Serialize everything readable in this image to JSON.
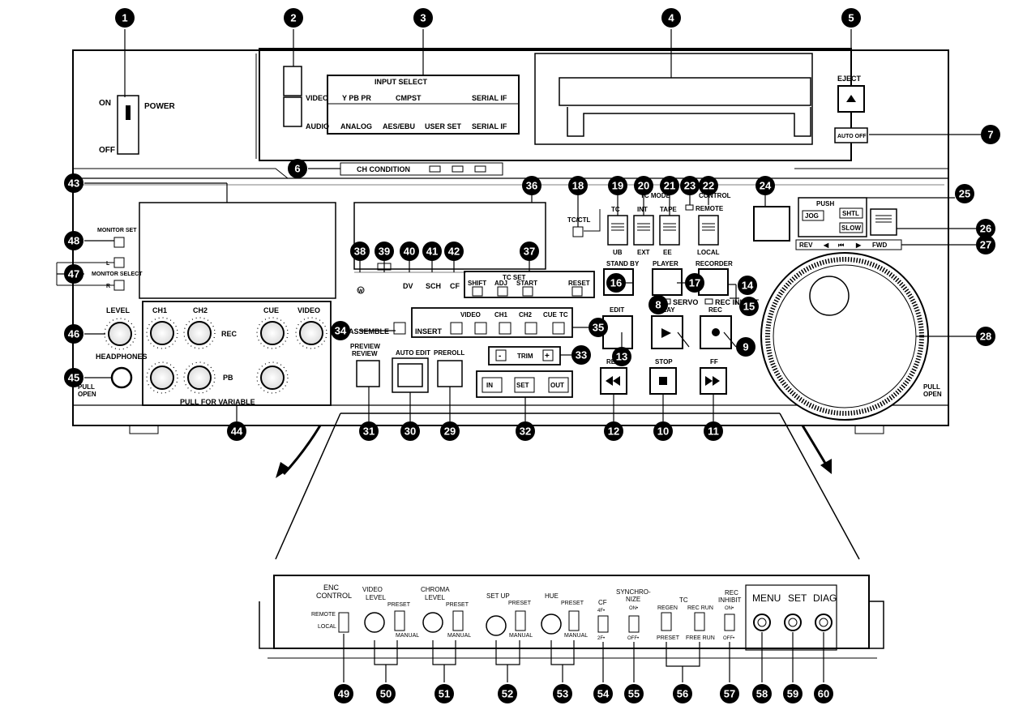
{
  "callouts": [
    "1",
    "2",
    "3",
    "4",
    "5",
    "6",
    "7",
    "8",
    "9",
    "10",
    "11",
    "12",
    "13",
    "14",
    "15",
    "16",
    "17",
    "18",
    "19",
    "20",
    "21",
    "22",
    "23",
    "24",
    "25",
    "26",
    "27",
    "28",
    "29",
    "30",
    "31",
    "32",
    "33",
    "34",
    "35",
    "36",
    "37",
    "38",
    "39",
    "40",
    "41",
    "42",
    "43",
    "44",
    "45",
    "46",
    "47",
    "48",
    "49",
    "50",
    "51",
    "52",
    "53",
    "54",
    "55",
    "56",
    "57",
    "58",
    "59",
    "60"
  ],
  "power": {
    "label": "POWER",
    "on": "ON",
    "off": "OFF"
  },
  "input_select": {
    "title": "INPUT SELECT",
    "video_label": "VIDEO",
    "audio_label": "AUDIO",
    "video_options": [
      "Y PB PR",
      "CMPST",
      "SERIAL IF"
    ],
    "audio_options": [
      "ANALOG",
      "AES/EBU",
      "USER SET",
      "SERIAL IF"
    ]
  },
  "eject": "EJECT",
  "auto_off": "AUTO OFF",
  "ch_condition": "CH CONDITION",
  "tc_ctl": "TC/CTL",
  "tc_mode": {
    "title": "TC MODE",
    "tc": "TC",
    "ub": "UB",
    "int": "INT",
    "ext": "EXT",
    "tape": "TAPE",
    "ee": "EE"
  },
  "control": {
    "title": "CONTROL",
    "remote": "REMOTE",
    "local": "LOCAL"
  },
  "push": {
    "title": "PUSH",
    "jog": "JOG",
    "shtl": "SHTL",
    "slow": "SLOW"
  },
  "jog_scale": [
    "REV",
    "◀",
    "⏮",
    "▶",
    "FWD"
  ],
  "monitor": {
    "set": "MONITOR SET",
    "select": "MONITOR SELECT",
    "l": "L",
    "r": "R"
  },
  "indicators": {
    "w": "W",
    "dv": "DV",
    "sch": "SCH",
    "cf": "CF"
  },
  "tc_set": {
    "title": "TC SET",
    "shift": "SHIFT",
    "adj": "ADJ",
    "start": "START",
    "reset": "RESET"
  },
  "standby": "STAND BY",
  "player": "PLAYER",
  "recorder": "RECORDER",
  "servo": "SERVO",
  "rec_inhibit": "REC INHIBIT",
  "assemble": "ASSEMBLE",
  "insert": {
    "label": "INSERT",
    "items": [
      "VIDEO",
      "CH1",
      "CH2",
      "CUE",
      "TC"
    ]
  },
  "edit": "EDIT",
  "play": "PLAY",
  "rec": "REC",
  "rew": "REW",
  "stop": "STOP",
  "ff": "FF",
  "audio_knobs": {
    "level": "LEVEL",
    "headphones": "HEADPHONES",
    "ch1": "CH1",
    "ch2": "CH2",
    "cue": "CUE",
    "video": "VIDEO",
    "rec": "REC",
    "pb": "PB",
    "pull_variable": "PULL FOR VARIABLE"
  },
  "pull_open": "PULL OPEN",
  "pull": "PULL",
  "open": "OPEN",
  "preview_review": "PREVIEW REVIEW",
  "preview": "PREVIEW",
  "review": "REVIEW",
  "auto_edit": "AUTO EDIT",
  "preroll": "PREROLL",
  "trim": {
    "label": "TRIM",
    "minus": "-",
    "plus": "+"
  },
  "in_out": {
    "in": "IN",
    "set": "SET",
    "out": "OUT"
  },
  "subpanel": {
    "enc_control": "ENC CONTROL",
    "remote": "REMOTE",
    "local": "LOCAL",
    "enc": "ENC",
    "control": "CONTROL",
    "video_level": "VIDEO LEVEL",
    "chroma_level": "CHROMA LEVEL",
    "set_up": "SET UP",
    "hue": "HUE",
    "video": "VIDEO",
    "chroma": "CHROMA",
    "level": "LEVEL",
    "preset": "PRESET",
    "manual": "MANUAL",
    "cf": "CF",
    "cf_4f": "4F•",
    "cf_2f": "2F•",
    "synchronize": "SYNCHRO- NIZE",
    "sync_on": "ON•",
    "sync_off": "OFF•",
    "synchro": "SYNCHRO-",
    "nize": "NIZE",
    "tc": "TC",
    "regen": "REGEN",
    "rec_run": "REC RUN",
    "preset_lbl": "PRESET",
    "free_run": "FREE RUN",
    "rec_inhibit": "REC INHIBIT",
    "ri_on": "ON•",
    "ri_off": "OFF•",
    "rec": "REC",
    "inhibit": "INHIBIT",
    "menu": "MENU",
    "set": "SET",
    "diag": "DIAG"
  }
}
